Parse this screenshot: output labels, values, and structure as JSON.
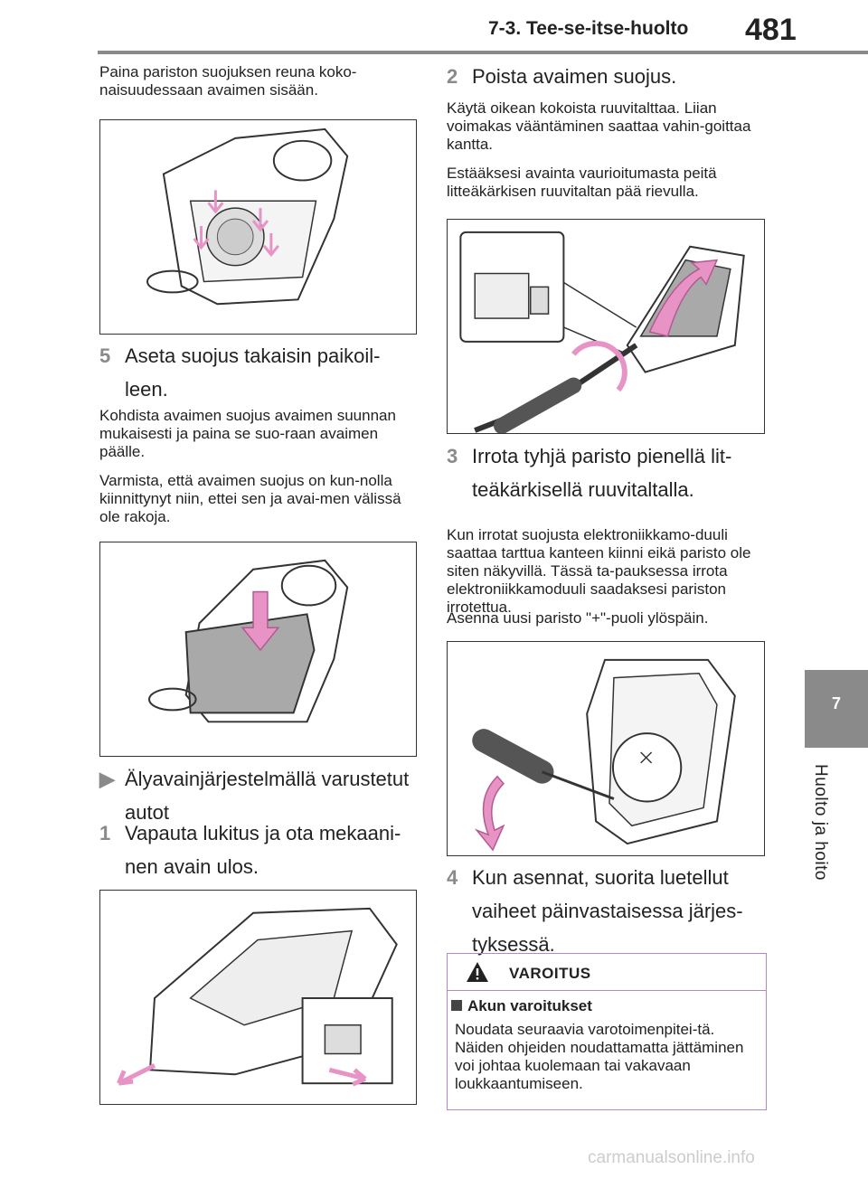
{
  "header": {
    "section": "7-3. Tee-se-itse-huolto",
    "page": "481"
  },
  "tab": {
    "number": "7",
    "label": "Huolto ja hoito"
  },
  "left": {
    "intro": "Paina pariston suojuksen reuna koko-naisuudessaan avaimen sisään.",
    "step5": {
      "num": "5",
      "line1": "Aseta suojus takaisin paikoil-",
      "line2": "leen."
    },
    "p1": "Kohdista avaimen suojus avaimen suunnan mukaisesti ja paina se suo-raan avaimen päälle.",
    "p2": "Varmista, että avaimen suojus on kun-nolla kiinnittynyt niin, ettei sen ja avai-men välissä ole rakoja.",
    "smart": {
      "line1": "Älyavainjärjestelmällä varustetut",
      "line2": "autot"
    },
    "step1": {
      "num": "1",
      "line1": "Vapauta lukitus ja ota mekaani-",
      "line2": "nen avain ulos."
    }
  },
  "right": {
    "step2": {
      "num": "2",
      "text": "Poista avaimen suojus."
    },
    "p1": "Käytä oikean kokoista ruuvitalttaa. Liian voimakas vääntäminen saattaa vahin-goittaa kantta.",
    "p2": "Estääksesi avainta vaurioitumasta peitä litteäkärkisen ruuvitaltan pää rievulla.",
    "step3": {
      "num": "3",
      "line1": "Irrota tyhjä paristo pienellä lit-",
      "line2": "teäkärkisellä ruuvitaltalla."
    },
    "p3": "Kun irrotat suojusta elektroniikkamo-duuli saattaa tarttua kanteen kiinni eikä paristo ole siten näkyvillä. Tässä ta-pauksessa irrota elektroniikkamoduuli saadaksesi pariston irrotettua.",
    "p4": "Asenna uusi paristo \"+\"-puoli ylöspäin.",
    "step4": {
      "num": "4",
      "line1": "Kun asennat, suorita luetellut",
      "line2": "vaiheet päinvastaisessa järjes-",
      "line3": "tyksessä."
    }
  },
  "warning": {
    "title": "VAROITUS",
    "subtitle": "Akun varoitukset",
    "text": "Noudata seuraavia varotoimenpitei-tä. Näiden ohjeiden noudattamatta jättäminen voi johtaa kuolemaan tai vakavaan loukkaantumiseen."
  },
  "footer": "carmanualsonline.info",
  "colors": {
    "accent_gray": "#8a8a8a",
    "arrow_pink": "#e893c6",
    "warning_border": "#b08ac8"
  }
}
